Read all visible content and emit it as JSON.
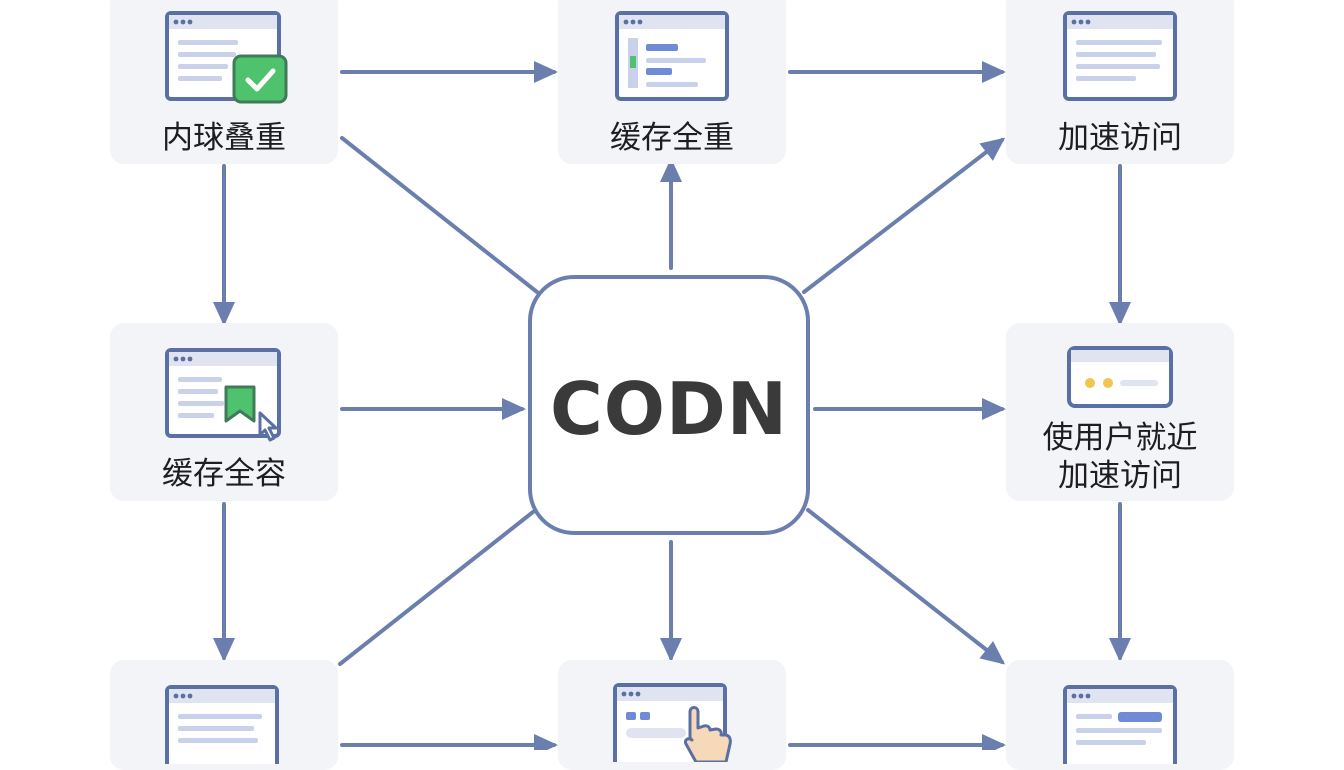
{
  "hub": {
    "title": "CODN"
  },
  "nodes": {
    "top_left": {
      "lines": [
        "内球叠重"
      ],
      "icon": "browser-check-icon"
    },
    "top_center": {
      "lines": [
        "缓存全重"
      ],
      "icon": "browser-list-icon"
    },
    "top_right": {
      "lines": [
        "加速访问"
      ],
      "icon": "browser-doc-icon"
    },
    "middle_left": {
      "lines": [
        "缓存全容"
      ],
      "icon": "browser-bookmark-cursor-icon"
    },
    "middle_right": {
      "lines": [
        "使用户就近",
        "加速访问"
      ],
      "icon": "card-dots-icon"
    },
    "bottom_left": {
      "lines": [],
      "icon": "browser-doc-icon"
    },
    "bottom_center": {
      "lines": [],
      "icon": "browser-hand-pointer-icon"
    },
    "bottom_right": {
      "lines": [],
      "icon": "browser-form-icon"
    }
  },
  "colors": {
    "arrow": "#6b7fae",
    "card_bg": "#f3f4f7",
    "window_stroke": "#5a6fa3",
    "window_bar": "#dfe4f0",
    "accent_green": "#4fc26e",
    "accent_blue": "#6f8bd6",
    "accent_yellow": "#f1c550"
  }
}
